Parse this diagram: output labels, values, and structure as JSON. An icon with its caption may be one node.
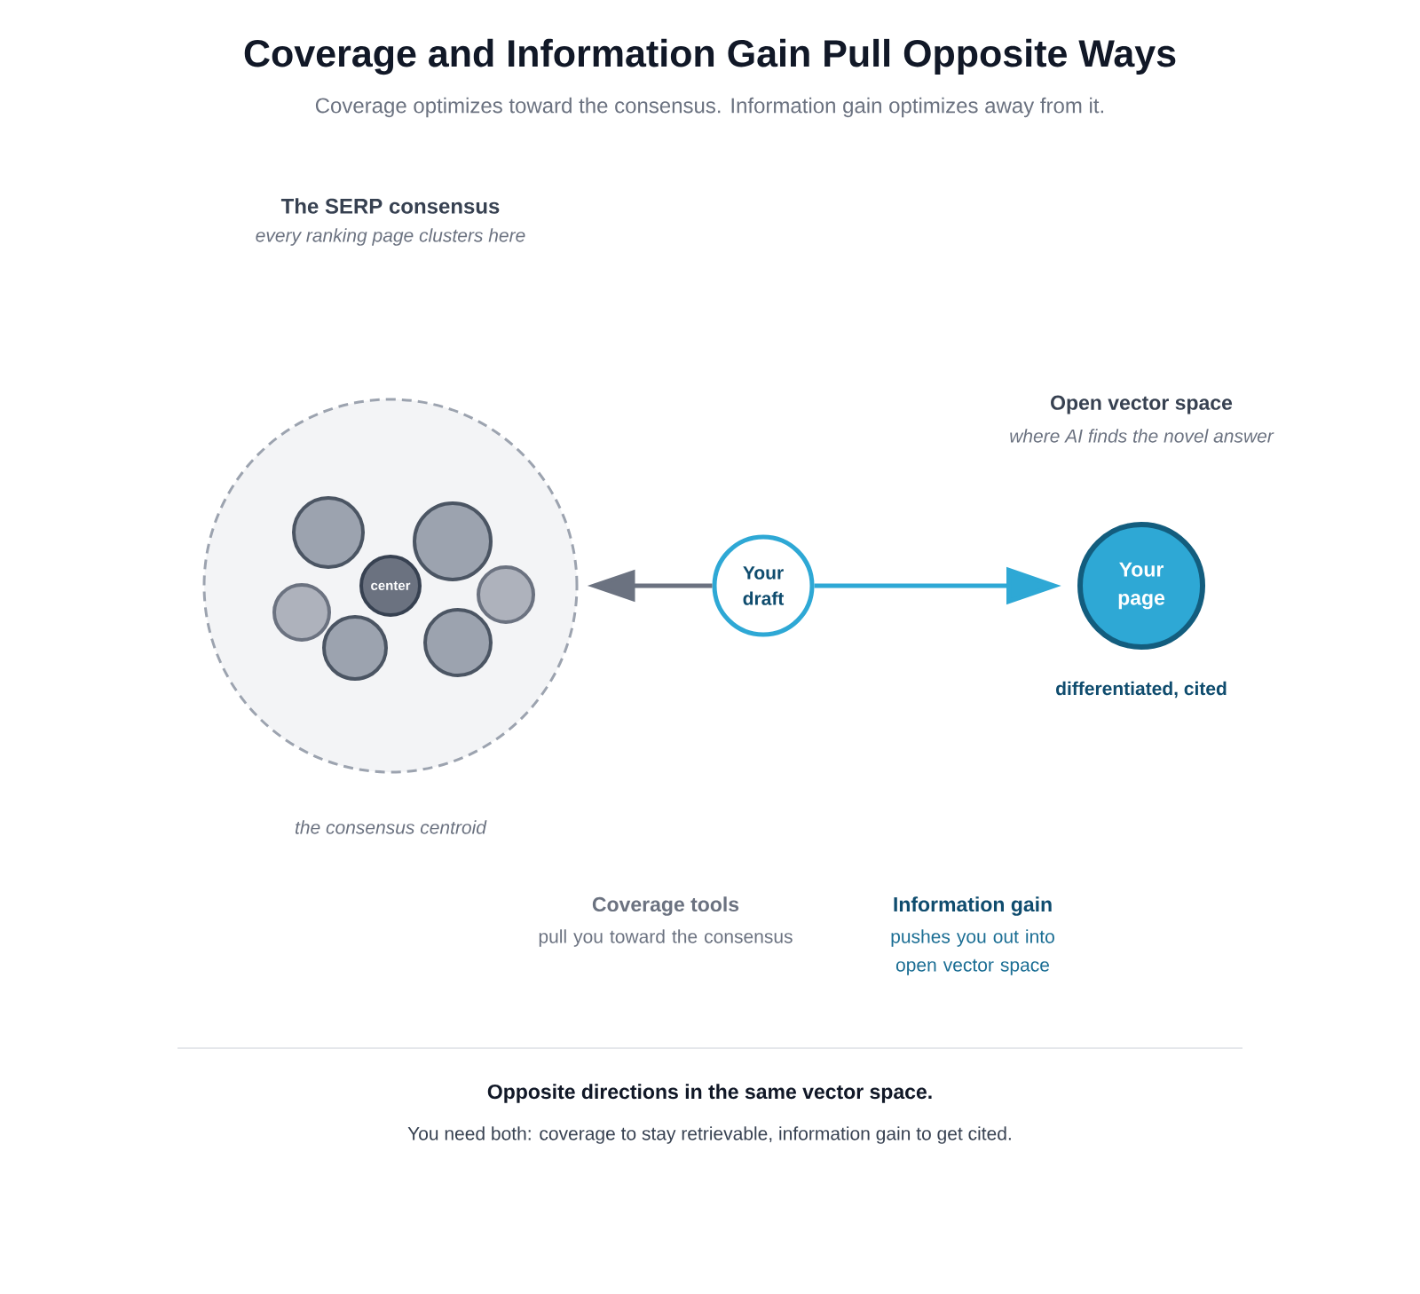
{
  "diagram": {
    "title": "Coverage and Information Gain Pull Opposite Ways",
    "nodes": [
      {
        "text": [],
        "shape": "circle",
        "beside": [
          "the consensus centroid"
        ]
      },
      {
        "text": [],
        "shape": "circle",
        "in": 0
      },
      {
        "text": [],
        "shape": "circle",
        "in": 0
      },
      {
        "text": [],
        "shape": "circle",
        "in": 0
      },
      {
        "text": [
          "center"
        ],
        "in": 0
      },
      {
        "text": [],
        "shape": "circle",
        "in": 0
      },
      {
        "text": [],
        "shape": "circle",
        "in": 0
      },
      {
        "text": [],
        "shape": "circle",
        "in": 0
      },
      {
        "text": [
          "Your draft"
        ]
      },
      {
        "text": [
          "Your page"
        ],
        "beside": [
          "differentiated, cited"
        ]
      }
    ],
    "edges": [
      {
        "from": 8,
        "to": 0,
        "arrow": "to",
        "color": "#6b7280"
      },
      {
        "from": 8,
        "to": 9,
        "arrow": "to",
        "color": "#2ea8d5"
      }
    ],
    "labels": [
      "Coverage optimizes toward the consensus. Information gain optimizes away from it.",
      "The SERP consensus",
      "every ranking page clusters here",
      "Open vector space",
      "where AI finds the novel answer",
      "Coverage tools",
      "pull you toward the consensus",
      "Information gain",
      "pushes you out into open vector space",
      "Opposite directions in the same vector space.",
      "You need both: coverage to stay retrievable, information gain to get cited."
    ]
  }
}
